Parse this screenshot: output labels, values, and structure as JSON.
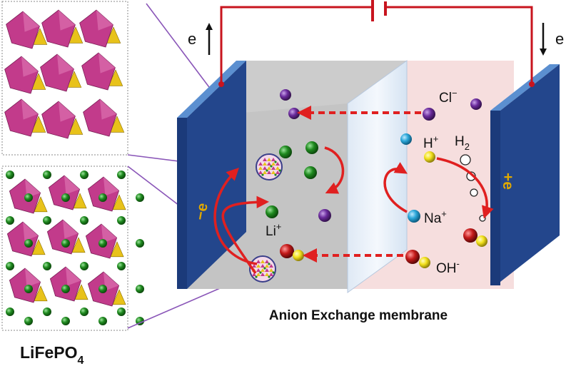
{
  "labels": {
    "electron_left": "e",
    "electron_right": "e",
    "chloride": "Cl",
    "chloride_charge": "−",
    "proton": "H",
    "proton_charge": "+",
    "hydrogen": "H",
    "hydrogen_sub": "2",
    "plus_e_sign": "+",
    "plus_e_letter": "e",
    "minus_e_sign": "−",
    "minus_e_letter": "e",
    "lithium": "Li",
    "lithium_charge": "+",
    "sodium": "Na",
    "sodium_charge": "+",
    "hydroxide": "OH",
    "hydroxide_charge": "-",
    "membrane_caption": "Anion Exchange membrane",
    "formula_main": "LiFePO",
    "formula_sub": "4"
  },
  "colors": {
    "electrode": "#1b3a7a",
    "electrode_edge": "#5b8fd0",
    "wire": "#c8141e",
    "arrow": "#e02020",
    "octahedron": "#c23b8b",
    "tetrahedron": "#e8c21a",
    "lithium_ion": "#1f8a1f",
    "chloride_ion": "#6a2b9c",
    "sodium_ion": "#2aa6d8",
    "proton_ion": "#f2e11c",
    "oxygen": "#c41a1a",
    "left_chamber": "#c4c4c4",
    "right_chamber": "#f6dede"
  }
}
